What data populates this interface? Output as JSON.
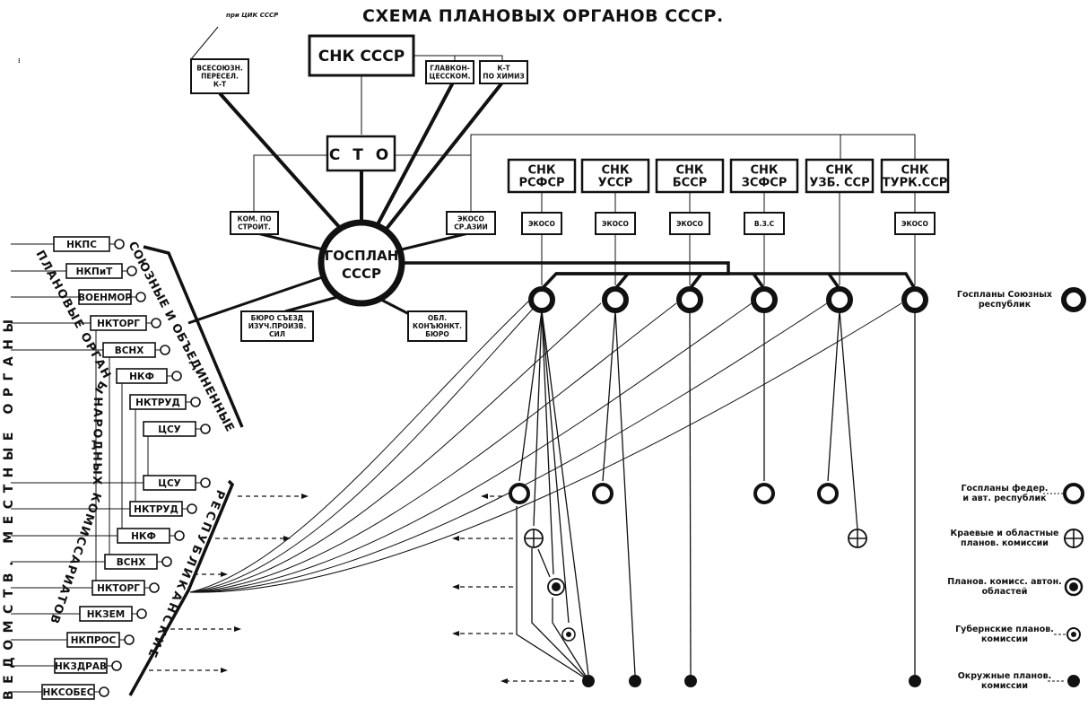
{
  "title": "СХЕМА ПЛАНОВЫХ ОРГАНОВ СССР.",
  "annotation_top": "при ЦИК СССР",
  "central": {
    "snk_ussr": "СНК СССР",
    "sto": "С Т О",
    "gosplan": [
      "ГОСПЛАН",
      "СССР"
    ]
  },
  "top_boxes": {
    "vsesoyuzn": [
      "ВСЕСОЮЗН.",
      "ПЕРЕСЕЛ.",
      "К-Т"
    ],
    "glavkonts": [
      "ГЛАВКОН-",
      "ЦЕССКОМ."
    ],
    "kt_himiz": [
      "К-Т",
      "ПО ХИМИЗ"
    ],
    "kom_stroit": [
      "КОМ. ПО",
      "СТРОИТ."
    ],
    "ekoso_sr_azii": [
      "ЭКОСО",
      "СР.АЗИИ"
    ],
    "byuro_sezd": [
      "БЮРО СЪЕЗД",
      "ИЗУЧ.ПРОИЗВ.",
      "СИЛ"
    ],
    "obl_konyunkt": [
      "ОБЛ.",
      "КОНЪЮНКТ.",
      "БЮРО"
    ]
  },
  "republics": [
    {
      "name": [
        "СНК",
        "РСФСР"
      ],
      "sub": "ЭКОСО"
    },
    {
      "name": [
        "СНК",
        "УССР"
      ],
      "sub": "ЭКОСО"
    },
    {
      "name": [
        "СНК",
        "БССР"
      ],
      "sub": "ЭКОСО"
    },
    {
      "name": [
        "СНК",
        "ЗСФСР"
      ],
      "sub": "В.З.С"
    },
    {
      "name": [
        "СНК",
        "УЗБ. ССР"
      ],
      "sub": null
    },
    {
      "name": [
        "СНК",
        "ТУРК.ССР"
      ],
      "sub": "ЭКОСО"
    }
  ],
  "union_agencies": [
    "НКПС",
    "НКПиТ",
    "ВОЕНМОР",
    "НКТОРГ",
    "ВСНХ",
    "НКФ",
    "НКТРУД",
    "ЦСУ"
  ],
  "republic_agencies": [
    "ЦСУ",
    "НКТРУД",
    "НКФ",
    "ВСНХ",
    "НКТОРГ",
    "НКЗЕМ",
    "НКПРОС",
    "НКЗДРАВ",
    "НКСОБЕС"
  ],
  "side_labels": {
    "union_bracket": "СОЮЗНЫЕ И ОБЪЕДИНЕННЫЕ",
    "republic_bracket": "РЕСПУБЛИКАНСКИЕ",
    "planning_organs": "ПЛАНОВЫЕ ОРГАНЫ НАРОДНЫХ КОМИССАРИАТОВ",
    "vertical_left": "ВЕДОМСТВ. МЕСТНЫЕ ОРГАНЫ"
  },
  "legend": [
    {
      "symbol": "thick-ring",
      "label": [
        "Госпланы Союзных",
        "республик"
      ]
    },
    {
      "symbol": "ring",
      "label": [
        "Госпланы федер.",
        "и авт. республик"
      ]
    },
    {
      "symbol": "crossed-circle",
      "label": [
        "Краевые и областные",
        "планов. комиссии"
      ]
    },
    {
      "symbol": "dot-ring-large",
      "label": [
        "Планов. комисс. автон.",
        "областей"
      ]
    },
    {
      "symbol": "dot-ring-small",
      "label": [
        "Губернские планов.",
        "комиссии"
      ]
    },
    {
      "symbol": "filled-dot",
      "label": [
        "Окружные планов.",
        "комиссии"
      ]
    }
  ]
}
